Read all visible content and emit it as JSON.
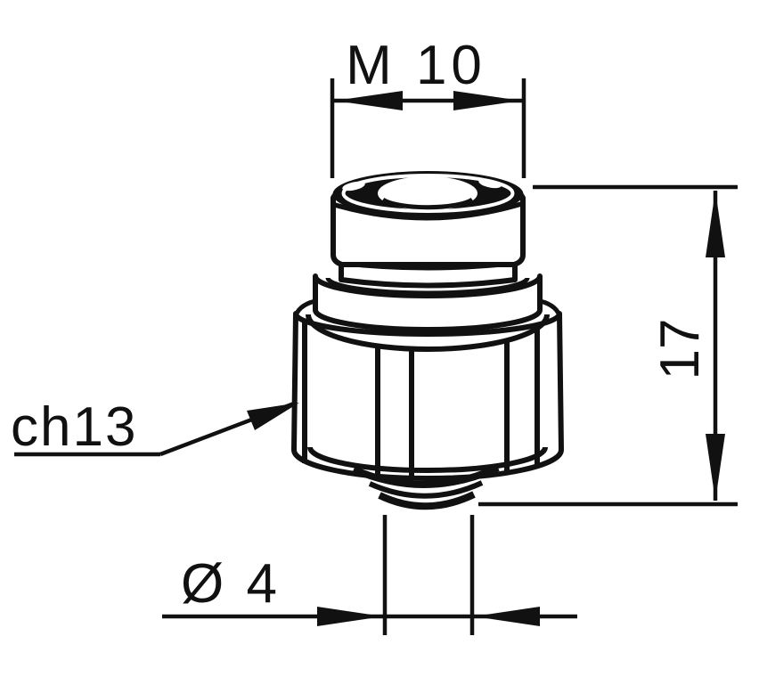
{
  "drawing": {
    "background": "#ffffff",
    "line_color": "#111111",
    "labels": {
      "thread": "M 10",
      "overall_height": "17",
      "hex_width": "ch13",
      "orifice_diameter": "Ø 4"
    }
  }
}
